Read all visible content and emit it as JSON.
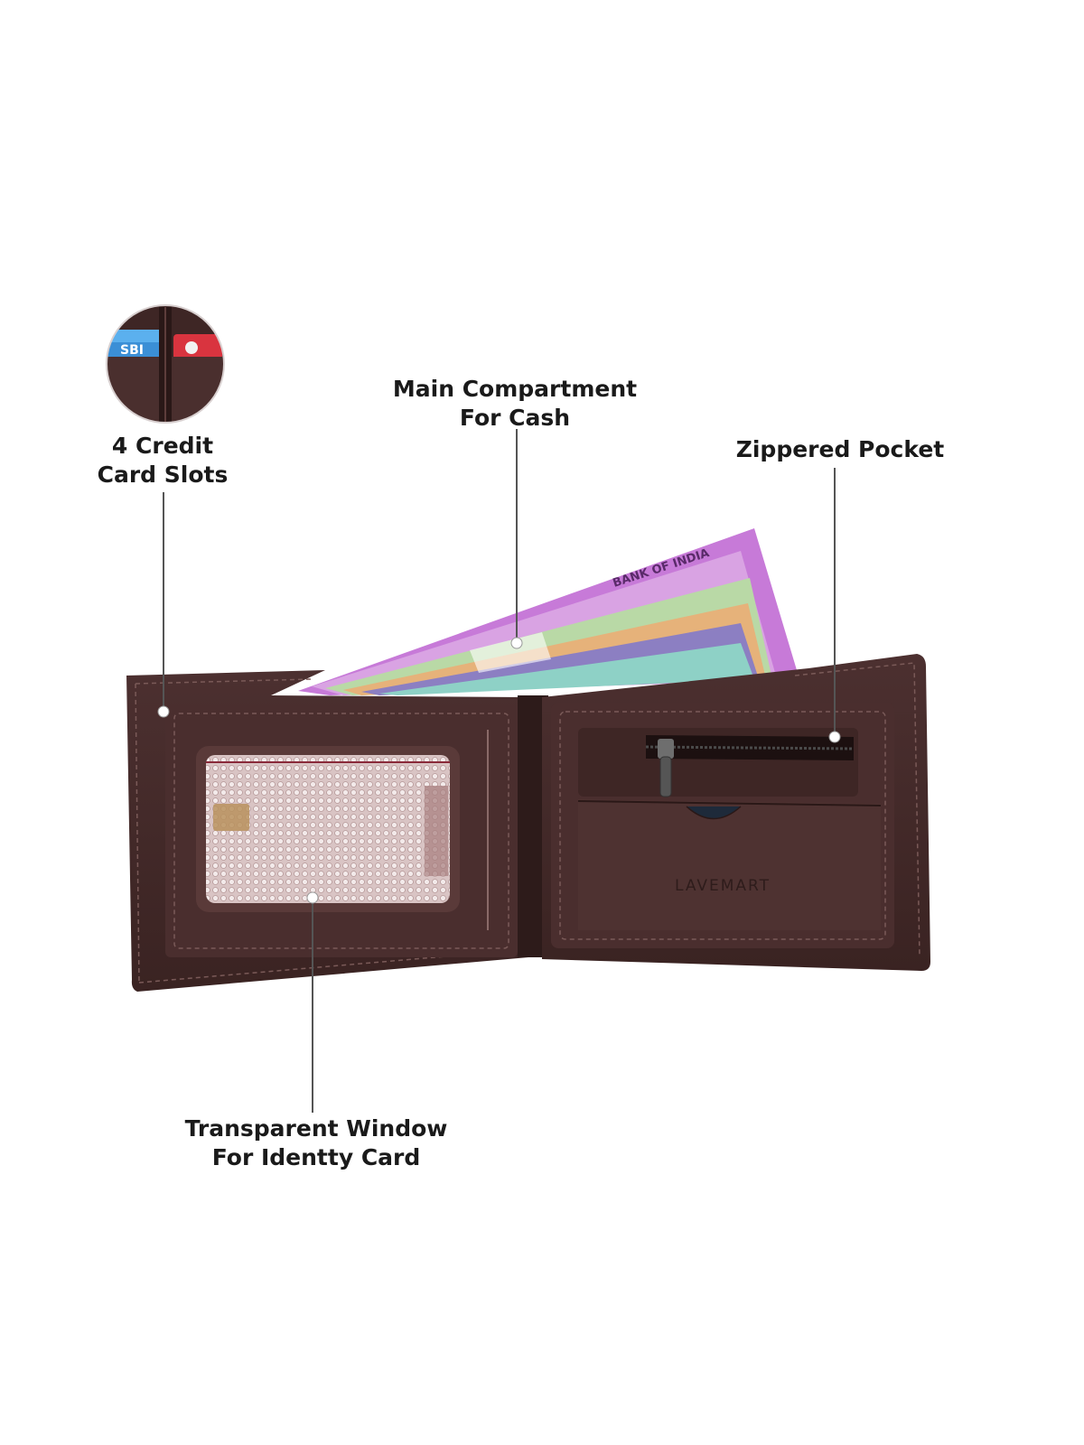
{
  "callouts": {
    "card_slots": {
      "line1": "4 Credit",
      "line2": "Card Slots"
    },
    "main_compartment": {
      "line1": "Main Compartment",
      "line2": "For Cash"
    },
    "zippered_pocket": {
      "line1": "Zippered Pocket"
    },
    "transparent_window": {
      "line1": "Transparent Window",
      "line2": "For Identty Card"
    }
  },
  "wallet": {
    "brand_mark": "LAVEMART"
  },
  "banknotes": {
    "print_text": "BANK OF INDIA"
  },
  "inset_cards": {
    "left_card_label": "SBI"
  },
  "colors": {
    "leather_dark": "#3b2424",
    "leather_mid": "#4a2e2e",
    "leather_light": "#5a3a39",
    "stitch": "#7a5a58",
    "callout_text": "#1a1a1a",
    "leader_line": "#555555",
    "note_pink": "#c77ad8",
    "note_green": "#b9d9a6",
    "note_orange": "#e6b27a",
    "note_teal": "#8ed1c6",
    "note_purple": "#8c7fc2"
  }
}
